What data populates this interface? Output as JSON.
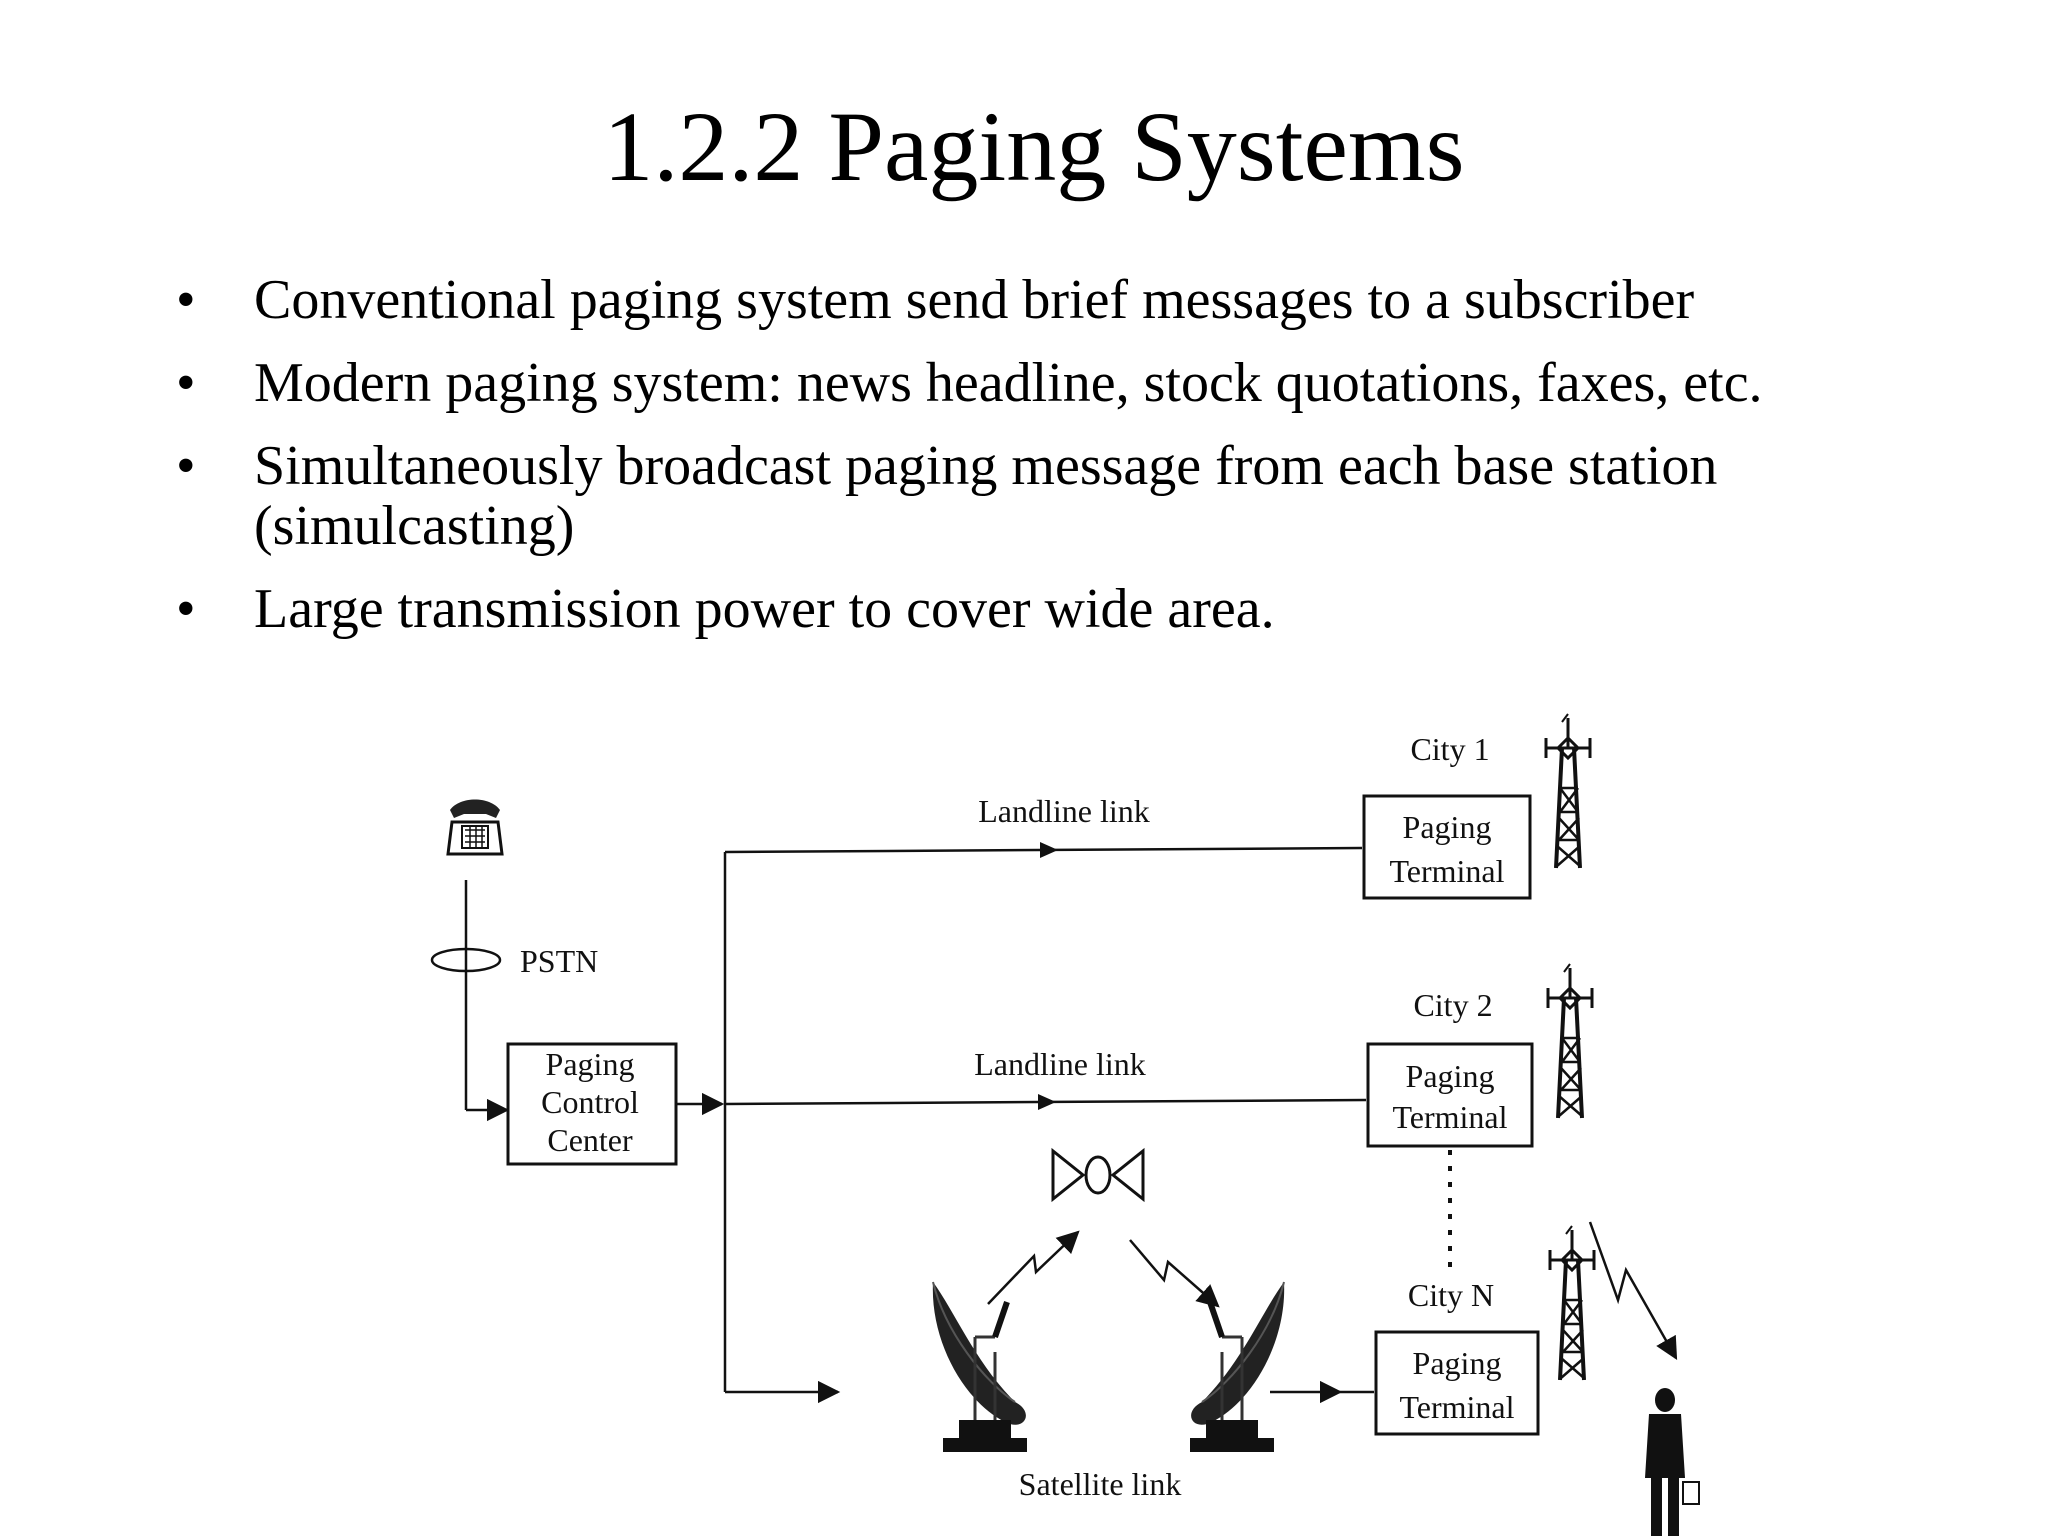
{
  "slide": {
    "title": "1.2.2 Paging Systems",
    "bullets": [
      "Conventional paging system send brief messages to a subscriber",
      "Modern paging system: news headline, stock quotations, faxes, etc.",
      "Simultaneously broadcast paging message from each base station (simulcasting)",
      "Large transmission power to cover wide area."
    ]
  },
  "diagram": {
    "pstn_label": "PSTN",
    "control_center": [
      "Paging",
      "Control",
      "Center"
    ],
    "landline_link_1": "Landline link",
    "landline_link_2": "Landline link",
    "satellite_link": "Satellite link",
    "city_1": "City 1",
    "city_2": "City 2",
    "city_n": "City N",
    "terminal_lines": [
      "Paging",
      "Terminal"
    ],
    "icons": [
      "telephone-icon",
      "transmission-tower-icon",
      "satellite-dish-icon",
      "satellite-icon",
      "person-with-briefcase-icon"
    ]
  }
}
